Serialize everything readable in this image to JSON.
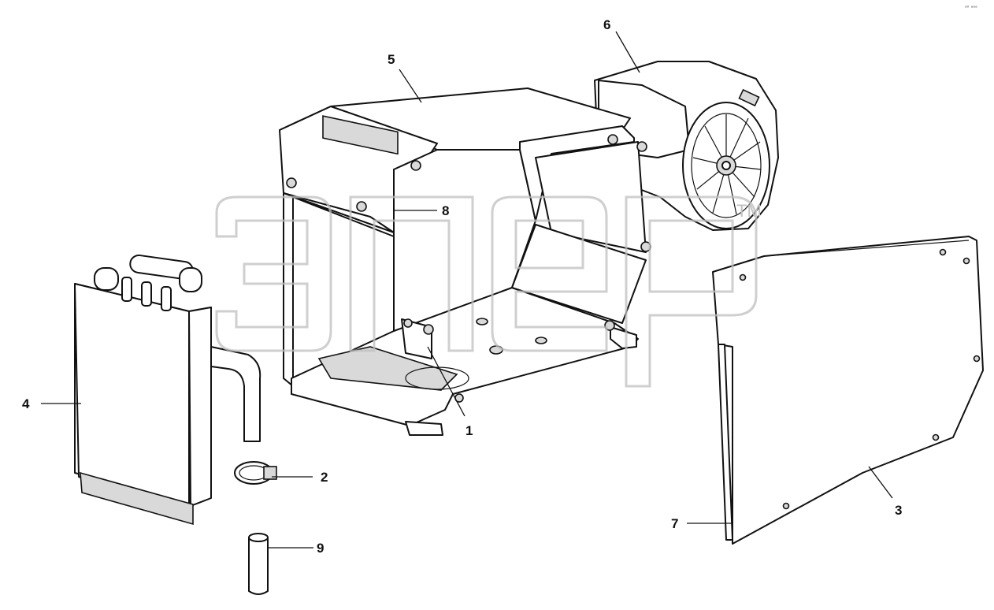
{
  "drawing": {
    "watermark_text": "эпер",
    "watermark_tm": "TM",
    "corner_mark": "ᵃᴵᴵ ᵃᵃᵃ"
  },
  "callouts": [
    {
      "id": "c1",
      "label": "1"
    },
    {
      "id": "c2",
      "label": "2"
    },
    {
      "id": "c3",
      "label": "3"
    },
    {
      "id": "c4",
      "label": "4"
    },
    {
      "id": "c5",
      "label": "5"
    },
    {
      "id": "c6",
      "label": "6"
    },
    {
      "id": "c7",
      "label": "7"
    },
    {
      "id": "c8",
      "label": "8"
    },
    {
      "id": "c9",
      "label": "9"
    }
  ]
}
